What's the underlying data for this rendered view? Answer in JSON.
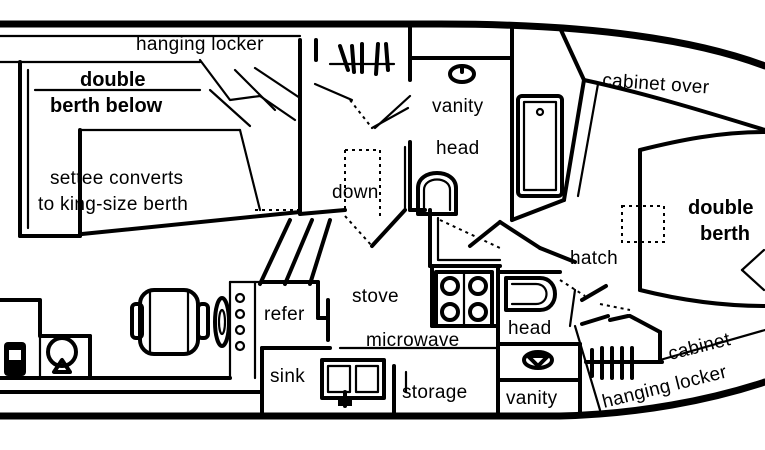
{
  "colors": {
    "ink": "#000000",
    "paper": "#ffffff"
  },
  "labels": {
    "hanging_locker_port": "hanging locker",
    "double_berth_below_1": "double",
    "double_berth_below_2": "berth below",
    "settee_1": "settee converts",
    "settee_2": "to king-size berth",
    "vanity_fwd": "vanity",
    "head_fwd": "head",
    "down": "down",
    "cabinet_over": "cabinet over",
    "double_berth_1": "double",
    "double_berth_2": "berth",
    "hatch": "hatch",
    "refer": "refer",
    "stove": "stove",
    "microwave": "microwave",
    "head_aft": "head",
    "sink": "sink",
    "storage": "storage",
    "vanity_aft": "vanity",
    "cabinet_stbd": "cabinet",
    "hanging_locker_stbd": "hanging locker"
  },
  "icons": [
    "helm-seat-icon",
    "wheel-icon",
    "instrument-panel-icon",
    "sink-icon",
    "stove-icon",
    "shower-icon",
    "toilet-icon",
    "washbasin-icon"
  ]
}
